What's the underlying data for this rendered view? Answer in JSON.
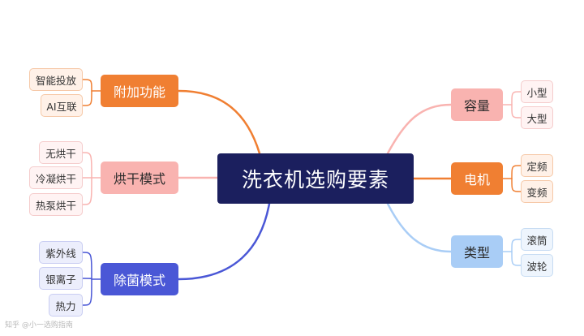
{
  "center": {
    "label": "洗衣机选购要素"
  },
  "branches": {
    "addon": {
      "label": "附加功能",
      "color": "#f07f32",
      "text_color": "#ffffff",
      "leaf_bg": "#fff1e8",
      "leaf_border": "#f6c9a8",
      "leaves": [
        "智能投放",
        "AI互联"
      ]
    },
    "dry": {
      "label": "烘干模式",
      "color": "#f9b3b0",
      "text_color": "#2b2b2b",
      "leaf_bg": "#fff3f3",
      "leaf_border": "#f5cccc",
      "leaves": [
        "无烘干",
        "冷凝烘干",
        "热泵烘干"
      ]
    },
    "sterile": {
      "label": "除菌模式",
      "color": "#4a57d6",
      "text_color": "#ffffff",
      "leaf_bg": "#eceefc",
      "leaf_border": "#c9cdf2",
      "leaves": [
        "紫外线",
        "银离子",
        "热力"
      ]
    },
    "capacity": {
      "label": "容量",
      "color": "#f9b3b0",
      "text_color": "#2b2b2b",
      "leaf_bg": "#fff3f3",
      "leaf_border": "#f5cccc",
      "leaves": [
        "小型",
        "大型"
      ]
    },
    "motor": {
      "label": "电机",
      "color": "#f07f32",
      "text_color": "#ffffff",
      "leaf_bg": "#fff1e8",
      "leaf_border": "#f6c9a8",
      "leaves": [
        "定频",
        "变频"
      ]
    },
    "type": {
      "label": "类型",
      "color": "#a9cdf6",
      "text_color": "#2b2b2b",
      "leaf_bg": "#eef5fd",
      "leaf_border": "#c7dcf3",
      "leaves": [
        "滚筒",
        "波轮"
      ]
    }
  },
  "watermark": "知乎 @小一选购指南"
}
